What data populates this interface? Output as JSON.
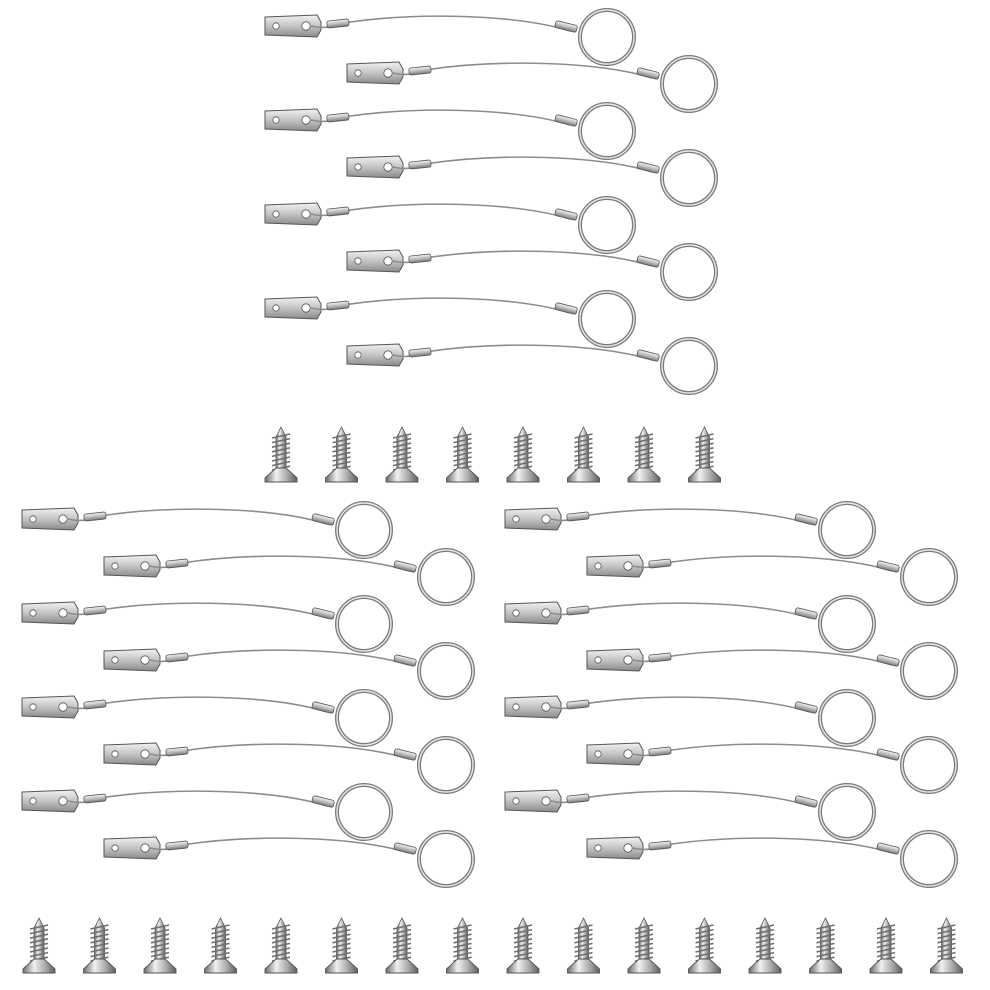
{
  "image": {
    "background": "#ffffff",
    "colors": {
      "metal_light": "#e6e6e6",
      "metal_mid": "#b8b8b8",
      "metal_dark": "#6f6f6f",
      "outline": "#555555",
      "cable": "#8c8c8c"
    },
    "product": {
      "lanyard_count": 24,
      "screw_count": 24,
      "components": [
        "tab-plate",
        "steel-cable",
        "crimp-sleeve",
        "split-ring",
        "self-tapping-screw"
      ]
    }
  }
}
